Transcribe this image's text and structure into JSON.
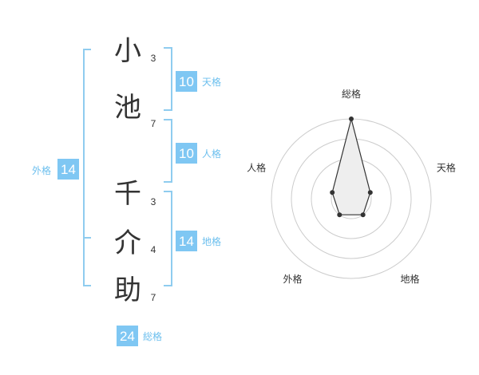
{
  "name_chars": [
    {
      "char": "小",
      "strokes": "3"
    },
    {
      "char": "池",
      "strokes": "7"
    },
    {
      "char": "千",
      "strokes": "3"
    },
    {
      "char": "介",
      "strokes": "4"
    },
    {
      "char": "助",
      "strokes": "7"
    }
  ],
  "fortune_badges": {
    "tenkaku": {
      "value": "10",
      "label": "天格"
    },
    "jinkaku": {
      "value": "10",
      "label": "人格"
    },
    "chikaku": {
      "value": "14",
      "label": "地格"
    },
    "gaikaku": {
      "value": "14",
      "label": "外格"
    },
    "soukaku": {
      "value": "24",
      "label": "総格"
    }
  },
  "colors": {
    "accent": "#7fc7f3",
    "bracket": "#8fccef",
    "text": "#333333",
    "ring": "#cccccc"
  },
  "chart_data": {
    "type": "radar",
    "axes": [
      "総格",
      "天格",
      "地格",
      "外格",
      "人格"
    ],
    "values": [
      4,
      1,
      1,
      1,
      1
    ],
    "range": [
      0,
      4
    ],
    "rings": 4
  }
}
